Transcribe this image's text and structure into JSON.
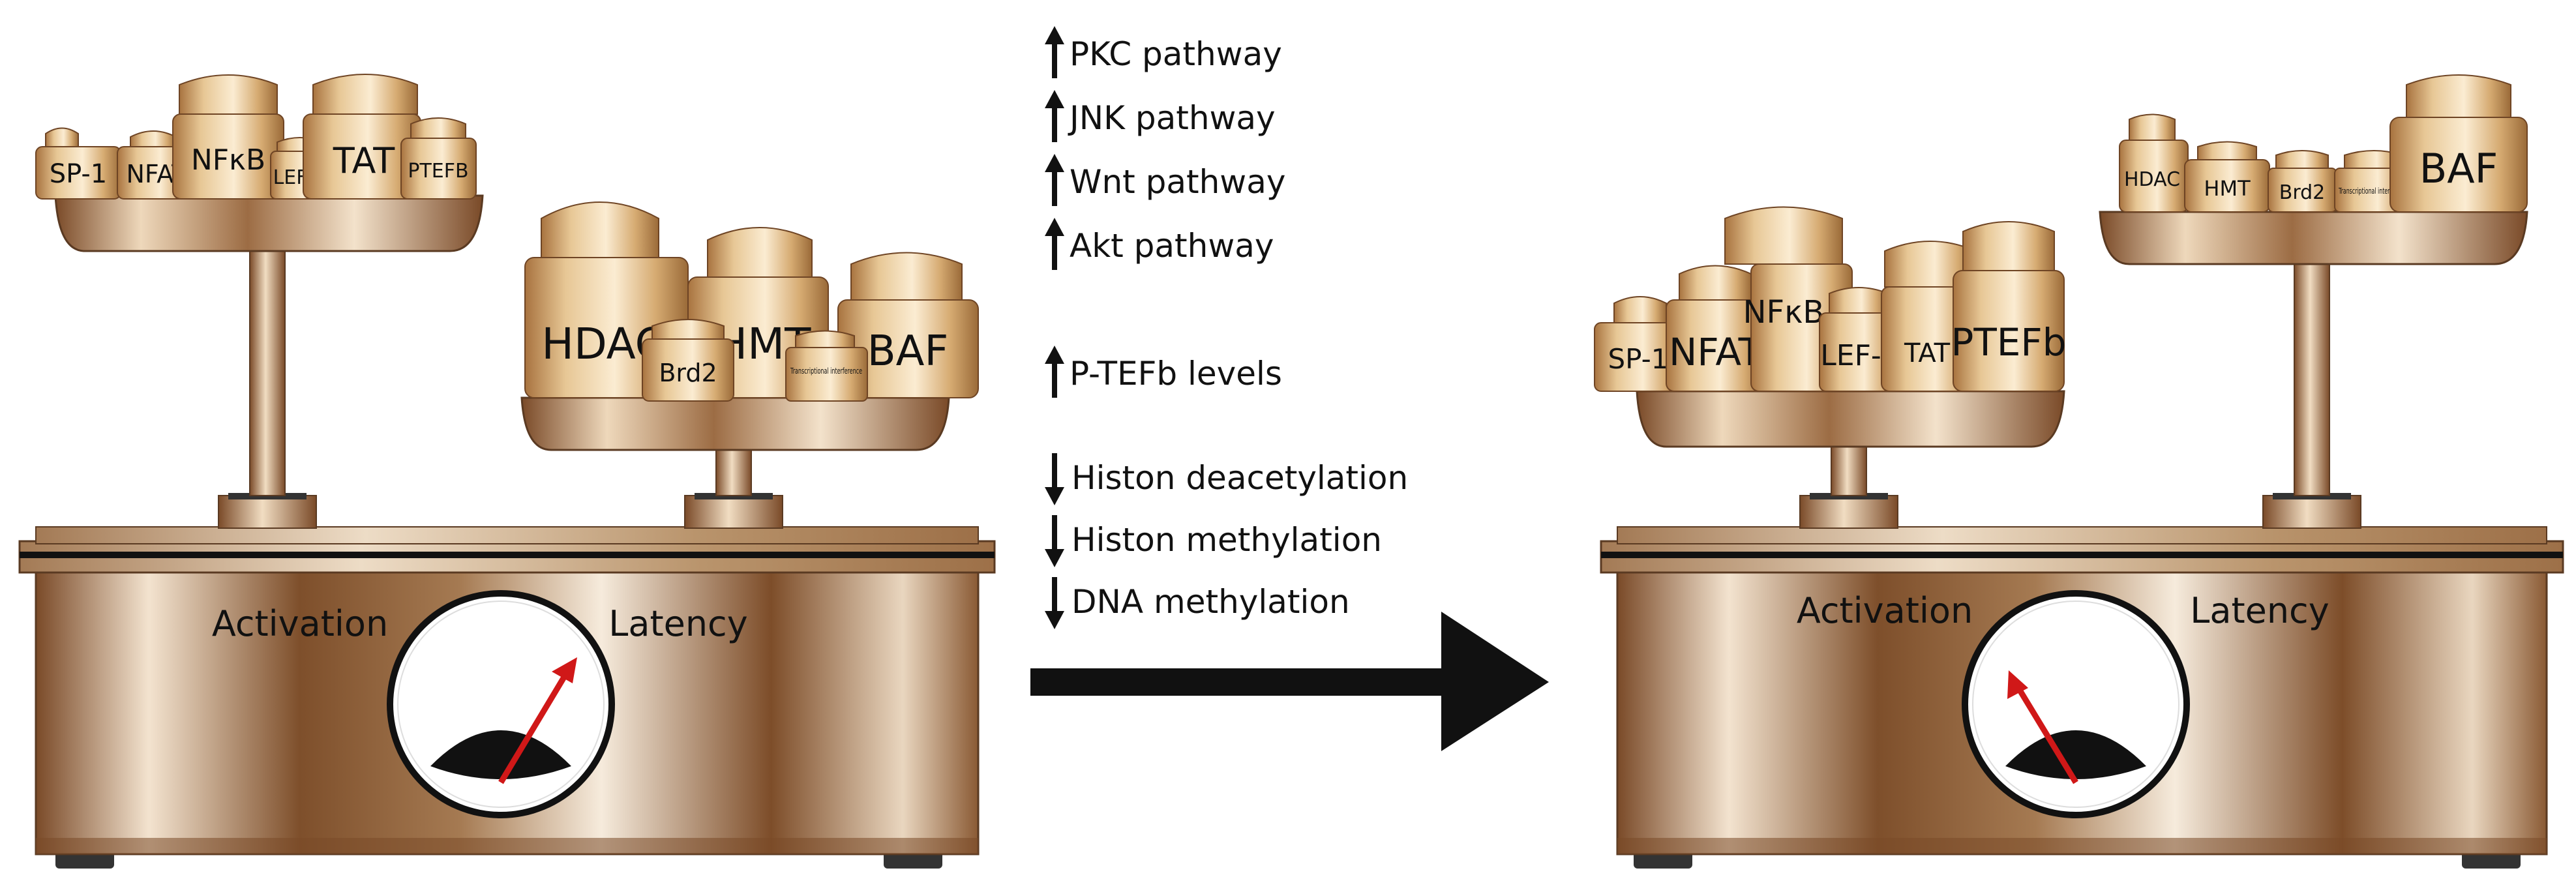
{
  "left_scale": {
    "activation_label": "Activation",
    "latency_label": "Latency",
    "left_pan_weights": [
      "SP-1",
      "NFAT",
      "NFκB",
      "LEF-1",
      "TAT",
      "PTEFB"
    ],
    "right_pan_weights": [
      "HDAC",
      "HMT",
      "Brd2",
      "Transcriptional interference",
      "BAF"
    ]
  },
  "right_scale": {
    "activation_label": "Activation",
    "latency_label": "Latency",
    "left_pan_weights": [
      "SP-1",
      "NFAT",
      "NFκB",
      "LEF-1",
      "TAT",
      "PTEFb"
    ],
    "right_pan_weights": [
      "HDAC",
      "HMT",
      "Brd2",
      "Transcriptional interference",
      "BAF"
    ]
  },
  "increases": [
    "PKC pathway",
    "JNK pathway",
    "Wnt pathway",
    "Akt pathway",
    "P-TEFb levels"
  ],
  "decreases": [
    "Histon deacetylation",
    "Histon methylation",
    "DNA methylation"
  ],
  "colors": {
    "brass_light": "#f7e6c8",
    "brass_mid": "#c9a06a",
    "brass_dark": "#6e4424",
    "needle": "#d01818",
    "arrow": "#111111"
  }
}
